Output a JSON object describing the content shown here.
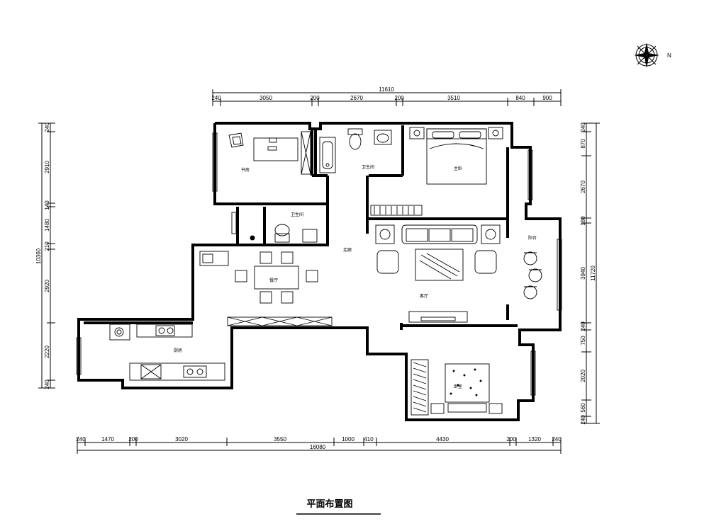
{
  "title": "平面布置图",
  "compass": {
    "north_label": "N"
  },
  "dims_top": {
    "total": "11610",
    "segments": [
      "240",
      "3050",
      "200",
      "2670",
      "200",
      "3510",
      "840",
      "900"
    ]
  },
  "dims_bottom": {
    "total": "16080",
    "segments": [
      "240",
      "1470",
      "200",
      "3020",
      "3550",
      "1000",
      "410",
      "4430",
      "200",
      "1320",
      "240"
    ]
  },
  "dims_left": {
    "total": "10360",
    "segments": [
      "240",
      "2910",
      "140",
      "1480",
      "210",
      "2920",
      "2220",
      "240"
    ]
  },
  "dims_right": {
    "total": "11720",
    "segments": [
      "240",
      "870",
      "2670",
      "180",
      "3940",
      "240",
      "750",
      "2020",
      "560",
      "240"
    ]
  },
  "rooms": {
    "study": "书房",
    "bathroom": "卫生间",
    "master_bedroom": "主卧",
    "guest_toilet": "卫生间",
    "corridor": "走廊",
    "dining": "餐厅",
    "living": "客厅",
    "balcony": "阳台",
    "kitchen": "厨房",
    "bedroom": "卧室"
  }
}
